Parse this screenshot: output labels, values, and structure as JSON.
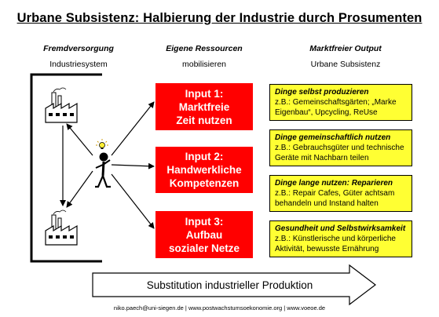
{
  "title": "Urbane Subsistenz: Halbierung der Industrie durch Prosumenten",
  "columns": [
    {
      "heading": "Fremdversorgung",
      "sub": "Industriesystem"
    },
    {
      "heading": "Eigene Ressourcen",
      "sub": "mobilisieren"
    },
    {
      "heading": "Marktfreier Output",
      "sub": "Urbane Subsistenz"
    }
  ],
  "inputs": [
    {
      "lines": [
        "Input 1:",
        "Marktfreie",
        "Zeit nutzen"
      ]
    },
    {
      "lines": [
        "Input 2:",
        "Handwerkliche",
        "Kompetenzen"
      ]
    },
    {
      "lines": [
        "Input 3:",
        "Aufbau",
        "sozialer Netze"
      ]
    }
  ],
  "outputs": [
    {
      "heading": "Dinge selbst produzieren",
      "text": "z.B.: Gemeinschaftsgärten; „Marke Eigenbau“, Upcycling, ReUse"
    },
    {
      "heading": "Dinge gemeinschaftlich nutzen",
      "text": "z.B.: Gebrauchsgüter und technische Geräte mit Nachbarn teilen"
    },
    {
      "heading": "Dinge lange nutzen: Reparieren",
      "text": "z.B.: Repair Cafes, Güter achtsam behandeln und Instand halten"
    },
    {
      "heading": "Gesundheit und Selbstwirksamkeit",
      "text": "z.B.: Künstlerische und körperliche Aktivität, bewusste Ernährung"
    }
  ],
  "arrow_label": "Substitution industrieller Produktion",
  "footer": "niko.paech@uni-siegen.de  |  www.postwachstumsoekonomie.org  |  www.voeoe.de",
  "colors": {
    "red": "#ff0000",
    "yellow": "#ffff33"
  },
  "icons": [
    "factory-icon",
    "person-icon",
    "lightbulb-icon"
  ]
}
